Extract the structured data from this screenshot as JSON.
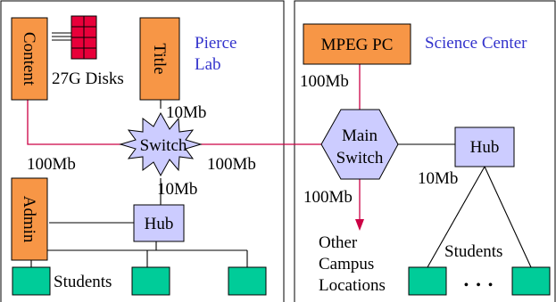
{
  "pierce_lab": {
    "title_line1": "Pierce",
    "title_line2": "Lab",
    "content_label": "Content",
    "title_label": "Title",
    "disks_label": "27G Disks",
    "switch_label": "Switch",
    "admin_label": "Admin",
    "hub_label": "Hub",
    "students_label": "Students",
    "link_title_switch": "10Mb",
    "link_content_switch": "100Mb",
    "link_switch_main": "100Mb",
    "link_switch_hub": "10Mb"
  },
  "science_center": {
    "title": "Science Center",
    "mpeg_label": "MPEG PC",
    "main_switch_line1": "Main",
    "main_switch_line2": "Switch",
    "hub_label": "Hub",
    "students_label": "Students",
    "ellipsis": "• • •",
    "link_mpeg_main": "100Mb",
    "link_main_hub": "10Mb",
    "link_main_campus": "100Mb",
    "campus_line1": "Other",
    "campus_line2": "Campus",
    "campus_line3": "Locations"
  },
  "colors": {
    "orange": "#f79646",
    "hub": "#ccccff",
    "student": "#00cc99",
    "link_red": "#cc0044",
    "disk_red": "#e8003a",
    "title_blue": "#3333cc"
  }
}
